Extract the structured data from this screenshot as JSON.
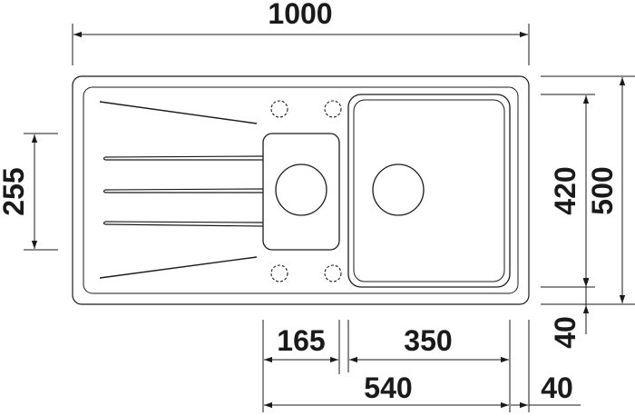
{
  "drawing": {
    "subject": "sink-technical-drawing",
    "stroke_color": "#1a1a1a",
    "background_color": "#ffffff"
  },
  "dimensions": {
    "overall_width": "1000",
    "overall_depth": "500",
    "large_bowl_depth": "420",
    "small_bowl_depth": "255",
    "small_bowl_width": "165",
    "large_bowl_width": "350",
    "bowls_combined_width": "540",
    "right_rim_offset": "40",
    "bottom_rim_offset": "40"
  }
}
